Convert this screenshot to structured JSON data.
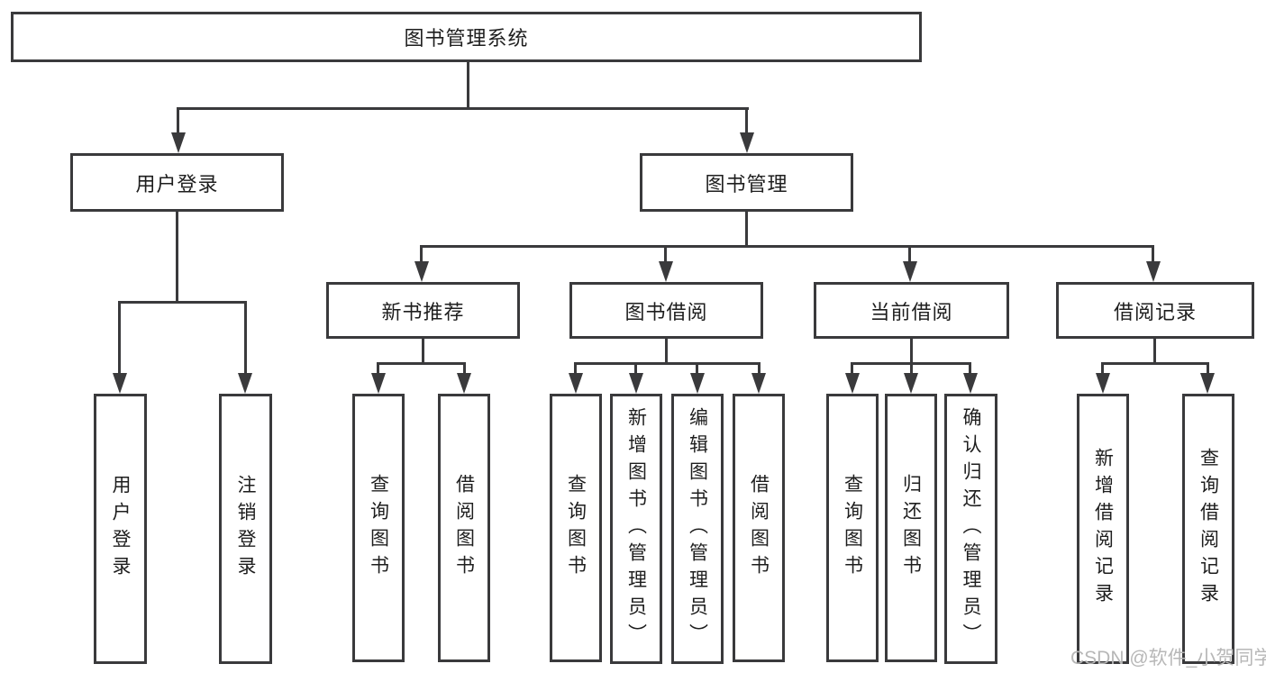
{
  "title": "图书管理系统",
  "watermark": "CSDN @软件_小贺同学",
  "colors": {
    "background": "#ffffff",
    "line": "#3a3a3c",
    "text": "#1e1e1e",
    "watermark": "#b7b7b7"
  },
  "tree": {
    "root": {
      "label": "图书管理系统",
      "children": [
        {
          "label": "用户登录",
          "children": [
            {
              "label": "用户登录"
            },
            {
              "label": "注销登录"
            }
          ]
        },
        {
          "label": "图书管理",
          "children": [
            {
              "label": "新书推荐",
              "children": [
                {
                  "label": "查询图书"
                },
                {
                  "label": "借阅图书"
                }
              ]
            },
            {
              "label": "图书借阅",
              "children": [
                {
                  "label": "查询图书"
                },
                {
                  "label": "新增图书（管理员）"
                },
                {
                  "label": "编辑图书（管理员）"
                },
                {
                  "label": "借阅图书"
                }
              ]
            },
            {
              "label": "当前借阅",
              "children": [
                {
                  "label": "查询图书"
                },
                {
                  "label": "归还图书"
                },
                {
                  "label": "确认归还（管理员）"
                }
              ]
            },
            {
              "label": "借阅记录",
              "children": [
                {
                  "label": "新增借阅记录"
                },
                {
                  "label": "查询借阅记录"
                }
              ]
            }
          ]
        }
      ]
    }
  }
}
